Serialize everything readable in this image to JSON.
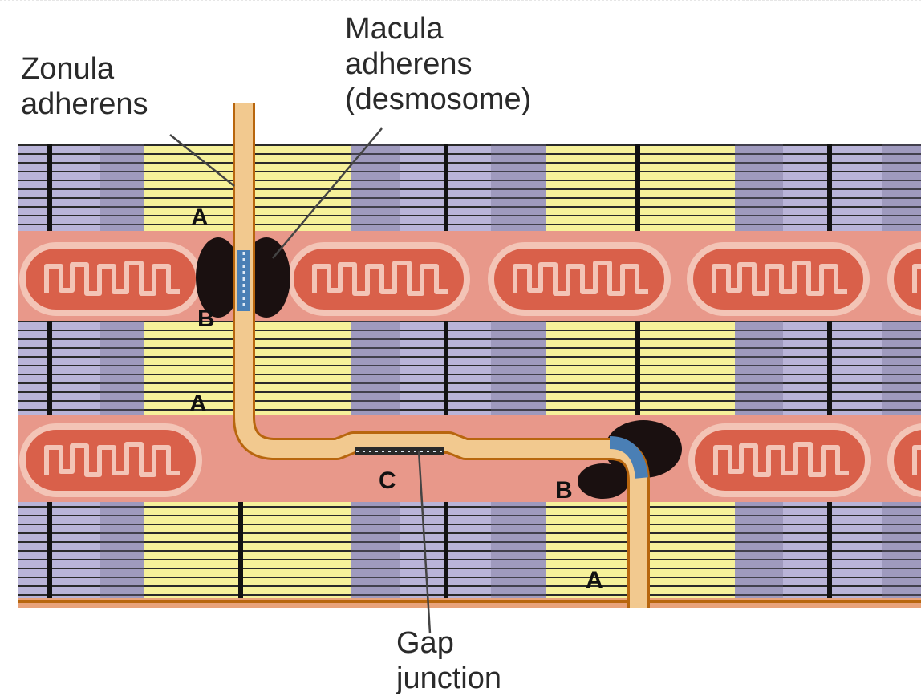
{
  "labels": {
    "zonula_line1": "Zonula",
    "zonula_line2": "adherens",
    "macula_line1": "Macula",
    "macula_line2": "adherens",
    "macula_line3": "(desmosome)",
    "gap_line1": "Gap",
    "gap_line2": "junction"
  },
  "markers": {
    "A1": "A",
    "B1": "B",
    "A2": "A",
    "C": "C",
    "B2": "B",
    "A3": "A"
  },
  "colors": {
    "purple_band": "#b9b4d8",
    "yellow_band": "#f6f19a",
    "cytoplasm": "#e8988a",
    "mitochondria": "#d9604a",
    "membrane": "#f2c98f",
    "membrane_edge": "#b8660e",
    "desmosome": "#1a1010",
    "junction_blue": "#4a7fb5"
  }
}
